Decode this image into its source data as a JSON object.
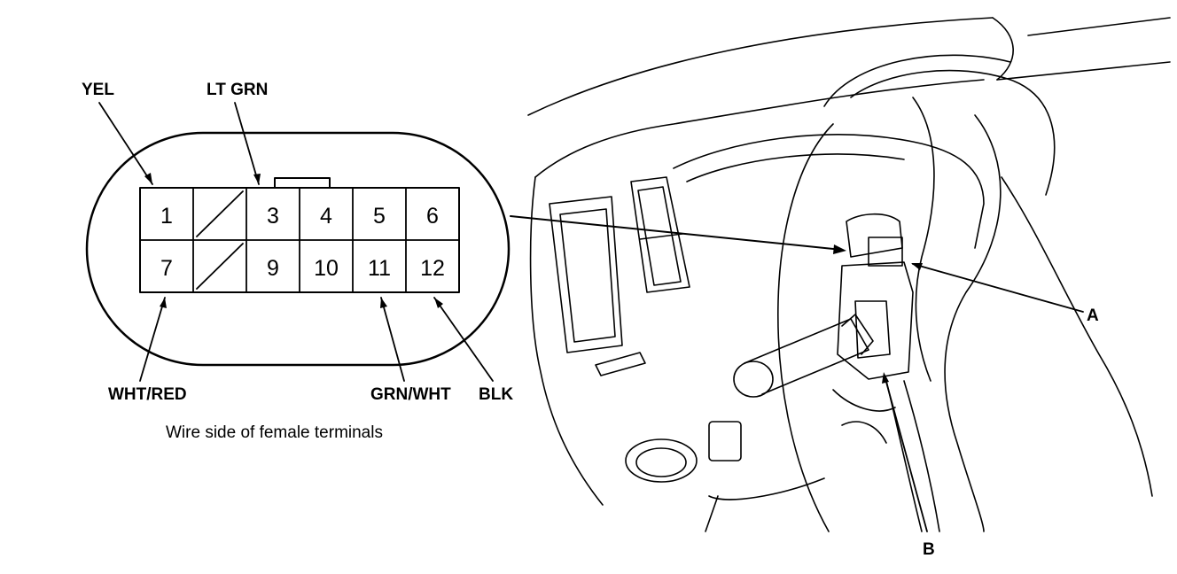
{
  "connector": {
    "pins": [
      "1",
      "",
      "3",
      "4",
      "5",
      "6",
      "7",
      "",
      "9",
      "10",
      "11",
      "12"
    ],
    "caption": "Wire side of female terminals"
  },
  "wire_labels": {
    "yel": "YEL",
    "lt_grn": "LT GRN",
    "wht_red": "WHT/RED",
    "grn_wht": "GRN/WHT",
    "blk": "BLK"
  },
  "callouts": {
    "a": "A",
    "b": "B"
  }
}
